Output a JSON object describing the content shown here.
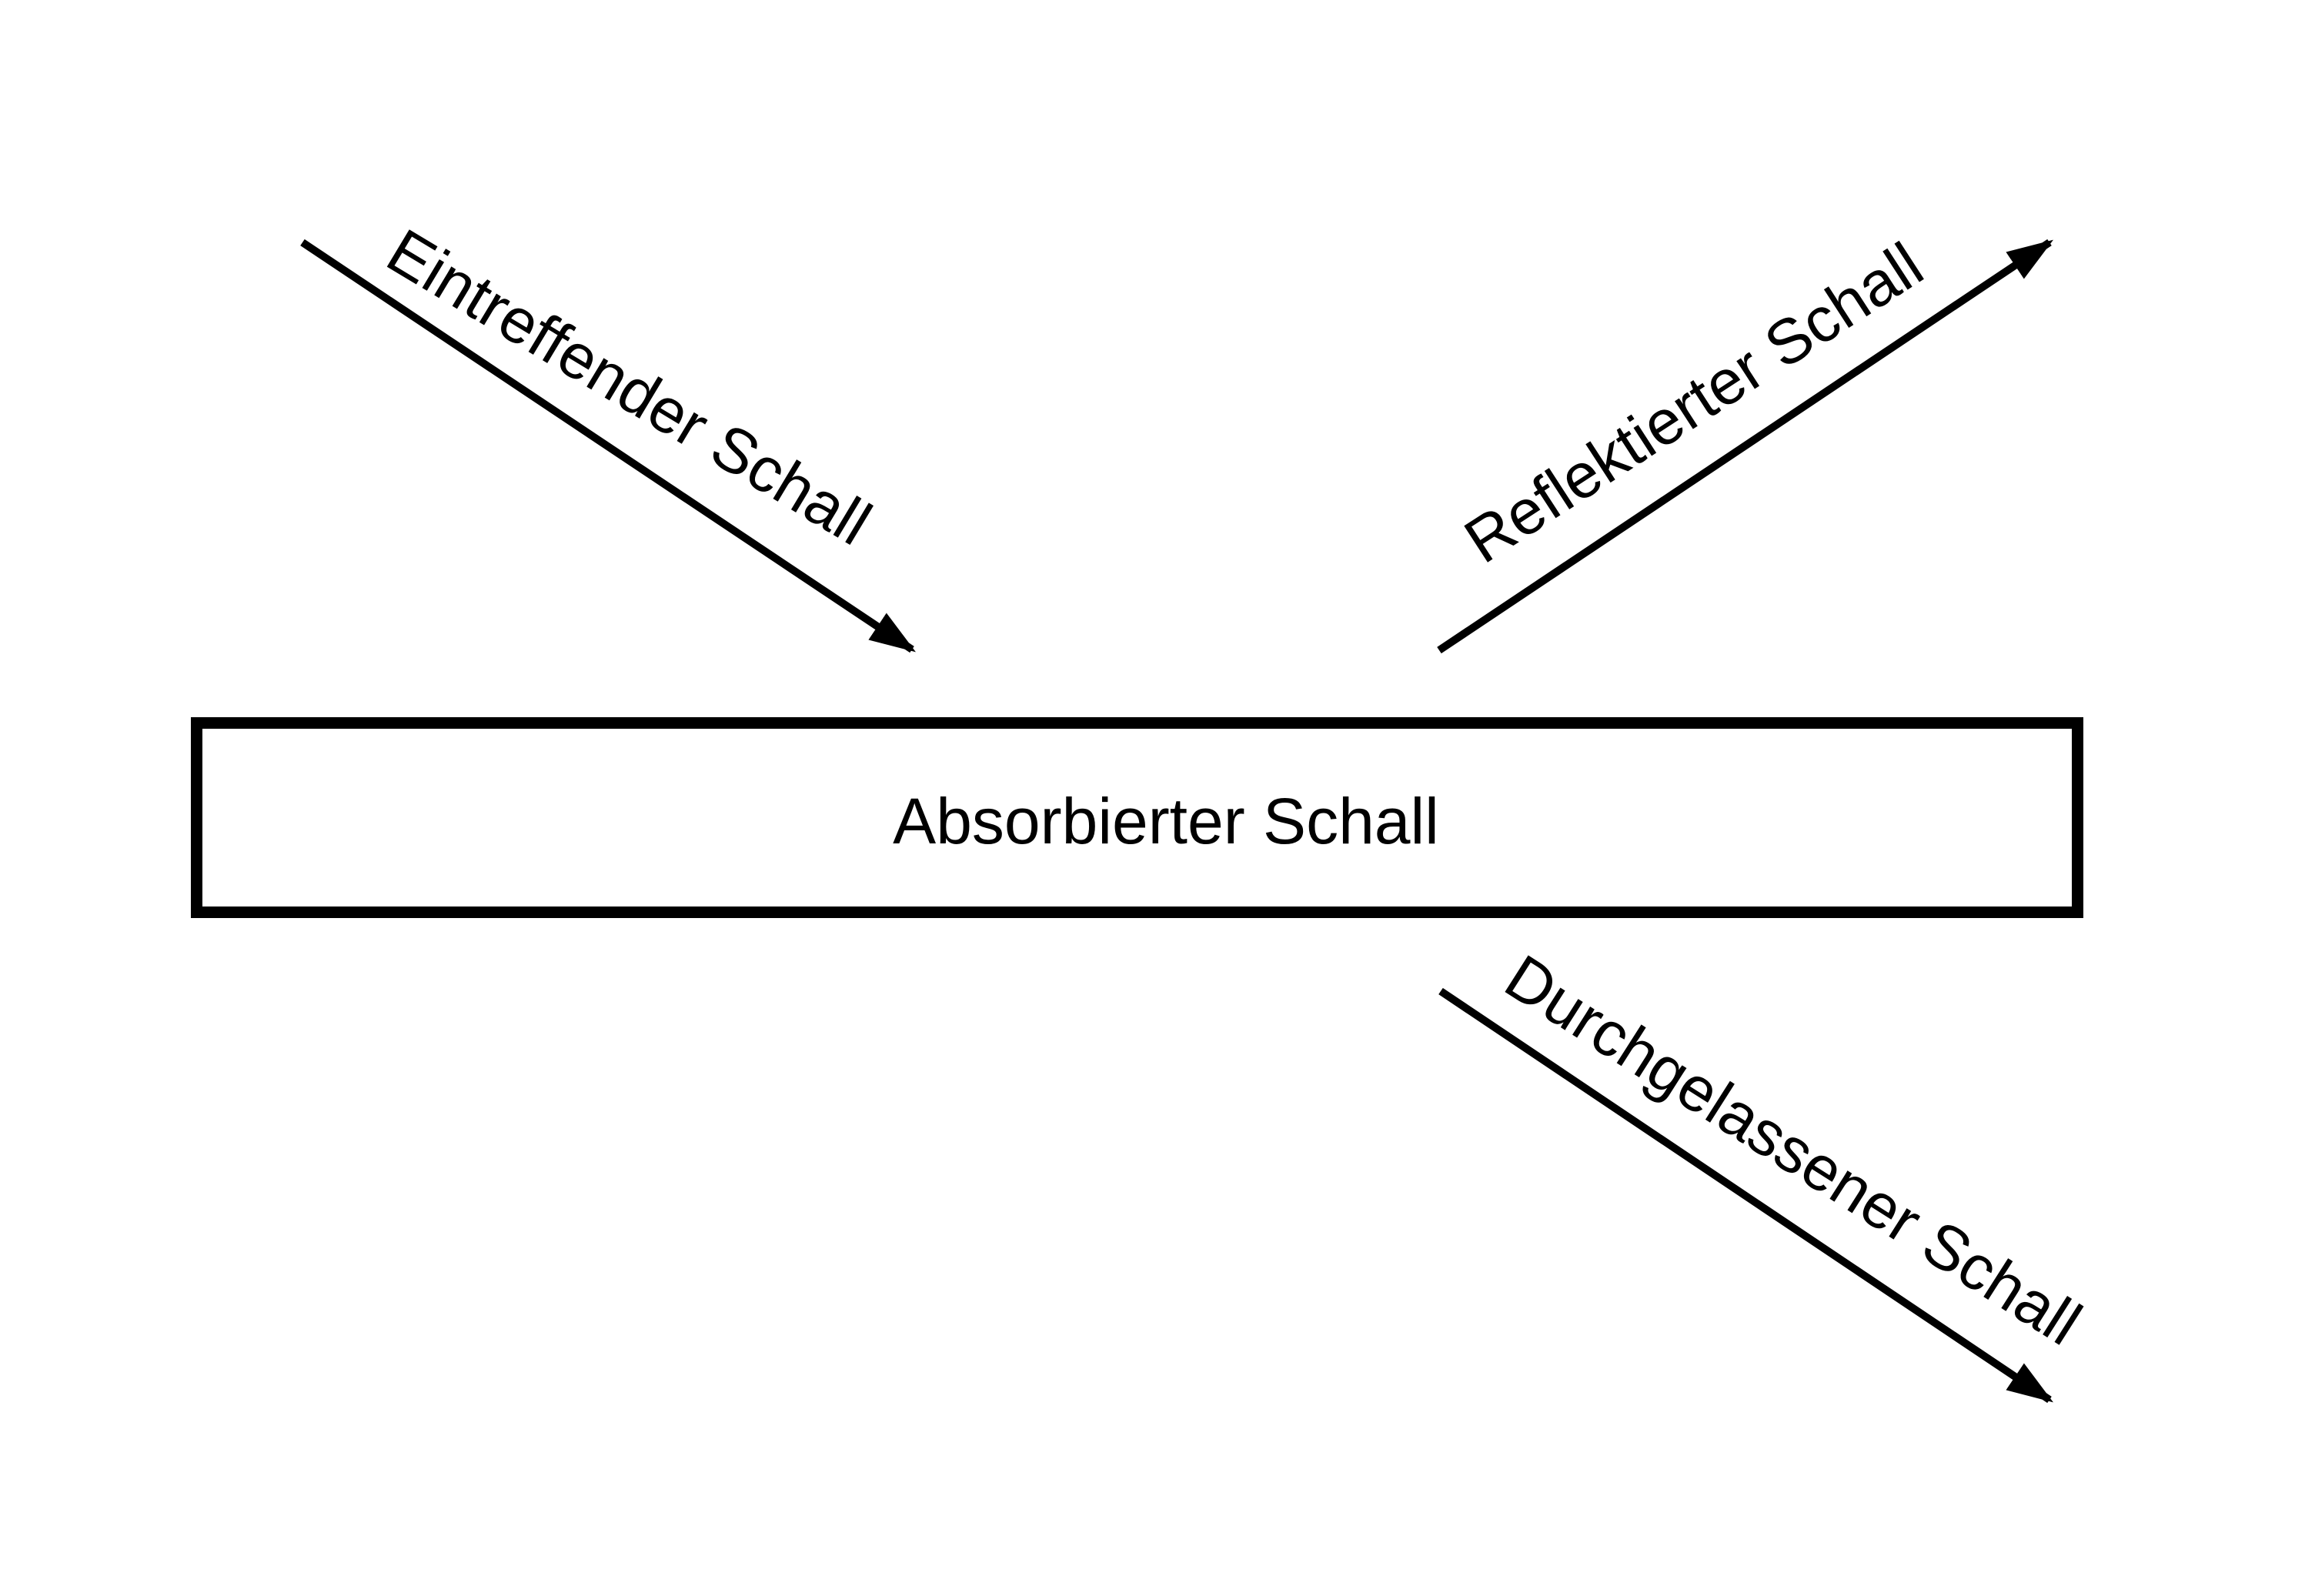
{
  "diagram": {
    "arrows": {
      "incident": "Eintreffender Schall",
      "reflected": "Reflektierter Schall",
      "transmitted": "Durchgelassener Schall"
    },
    "panel": {
      "label": "Absorbierter Schall"
    },
    "colors": {
      "ink": "#000000",
      "background": "#ffffff"
    }
  }
}
